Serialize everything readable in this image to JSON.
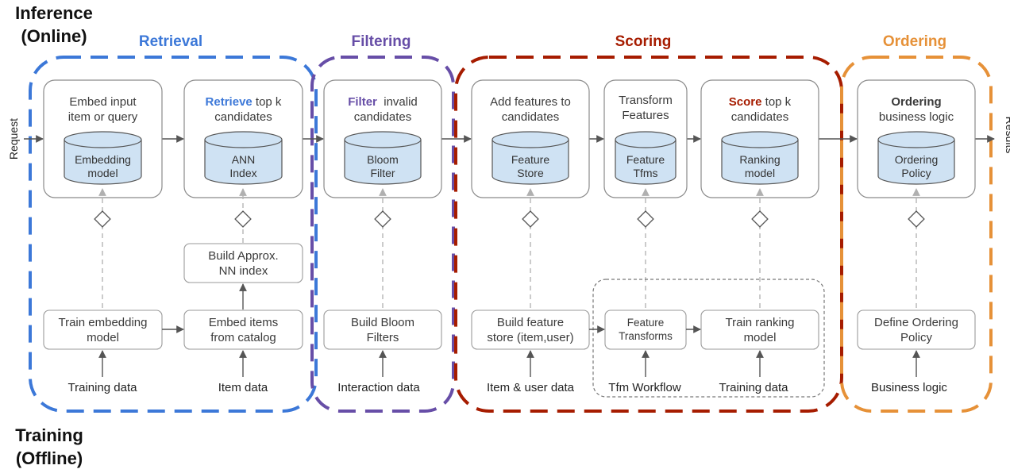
{
  "corners": {
    "inference_line1": "Inference",
    "inference_line2": "(Online)",
    "training_line1": "Training",
    "training_line2": "(Offline)"
  },
  "side_labels": {
    "request": "Request",
    "results": "Results"
  },
  "stages": {
    "retrieval": {
      "title": "Retrieval",
      "color": "#3c78d8"
    },
    "filtering": {
      "title": "Filtering",
      "color": "#674ea7"
    },
    "scoring": {
      "title": "Scoring",
      "color": "#a61c00"
    },
    "ordering": {
      "title": "Ordering",
      "color": "#e69138"
    }
  },
  "inference": {
    "embed": {
      "line1": "Embed input",
      "line2": "item or query",
      "store_line1": "Embedding",
      "store_line2": "model"
    },
    "retrieve": {
      "keyword": "Retrieve",
      "rest": " top k",
      "line2": "candidates",
      "store_line1": "ANN",
      "store_line2": "Index"
    },
    "filter": {
      "keyword": "Filter",
      "rest": "  invalid",
      "line2": "candidates",
      "store_line1": "Bloom",
      "store_line2": "Filter"
    },
    "add_features": {
      "line1": "Add features to",
      "line2": "candidates",
      "store_line1": "Feature",
      "store_line2": "Store"
    },
    "transform": {
      "line1": "Transform",
      "line2": "Features",
      "store_line1": "Feature",
      "store_line2": "Tfms"
    },
    "score": {
      "keyword": "Score",
      "rest": " top k",
      "line2": "candidates",
      "store_line1": "Ranking",
      "store_line2": "model"
    },
    "ordering": {
      "keyword": "Ordering",
      "line2": "business logic",
      "store_line1": "Ordering",
      "store_line2": "Policy"
    }
  },
  "training": {
    "build_approx": {
      "line1": "Build Approx.",
      "line2": "NN index"
    },
    "train_embedding": {
      "line1": "Train embedding",
      "line2": "model"
    },
    "embed_items": {
      "line1": "Embed items",
      "line2": "from catalog"
    },
    "build_bloom": {
      "line1": "Build Bloom",
      "line2": "Filters"
    },
    "build_feature_store": {
      "line1": "Build feature",
      "line2": "store (item,user)"
    },
    "feature_transforms": {
      "line1": "Feature",
      "line2": "Transforms"
    },
    "train_ranking": {
      "line1": "Train ranking",
      "line2": "model"
    },
    "define_ordering": {
      "line1": "Define Ordering",
      "line2": "Policy"
    }
  },
  "inputs": {
    "training_data_1": "Training data",
    "item_data": "Item data",
    "interaction_data": "Interaction data",
    "item_user_data": "Item & user data",
    "tfm_workflow": "Tfm Workflow",
    "training_data_2": "Training data",
    "business_logic": "Business logic"
  }
}
